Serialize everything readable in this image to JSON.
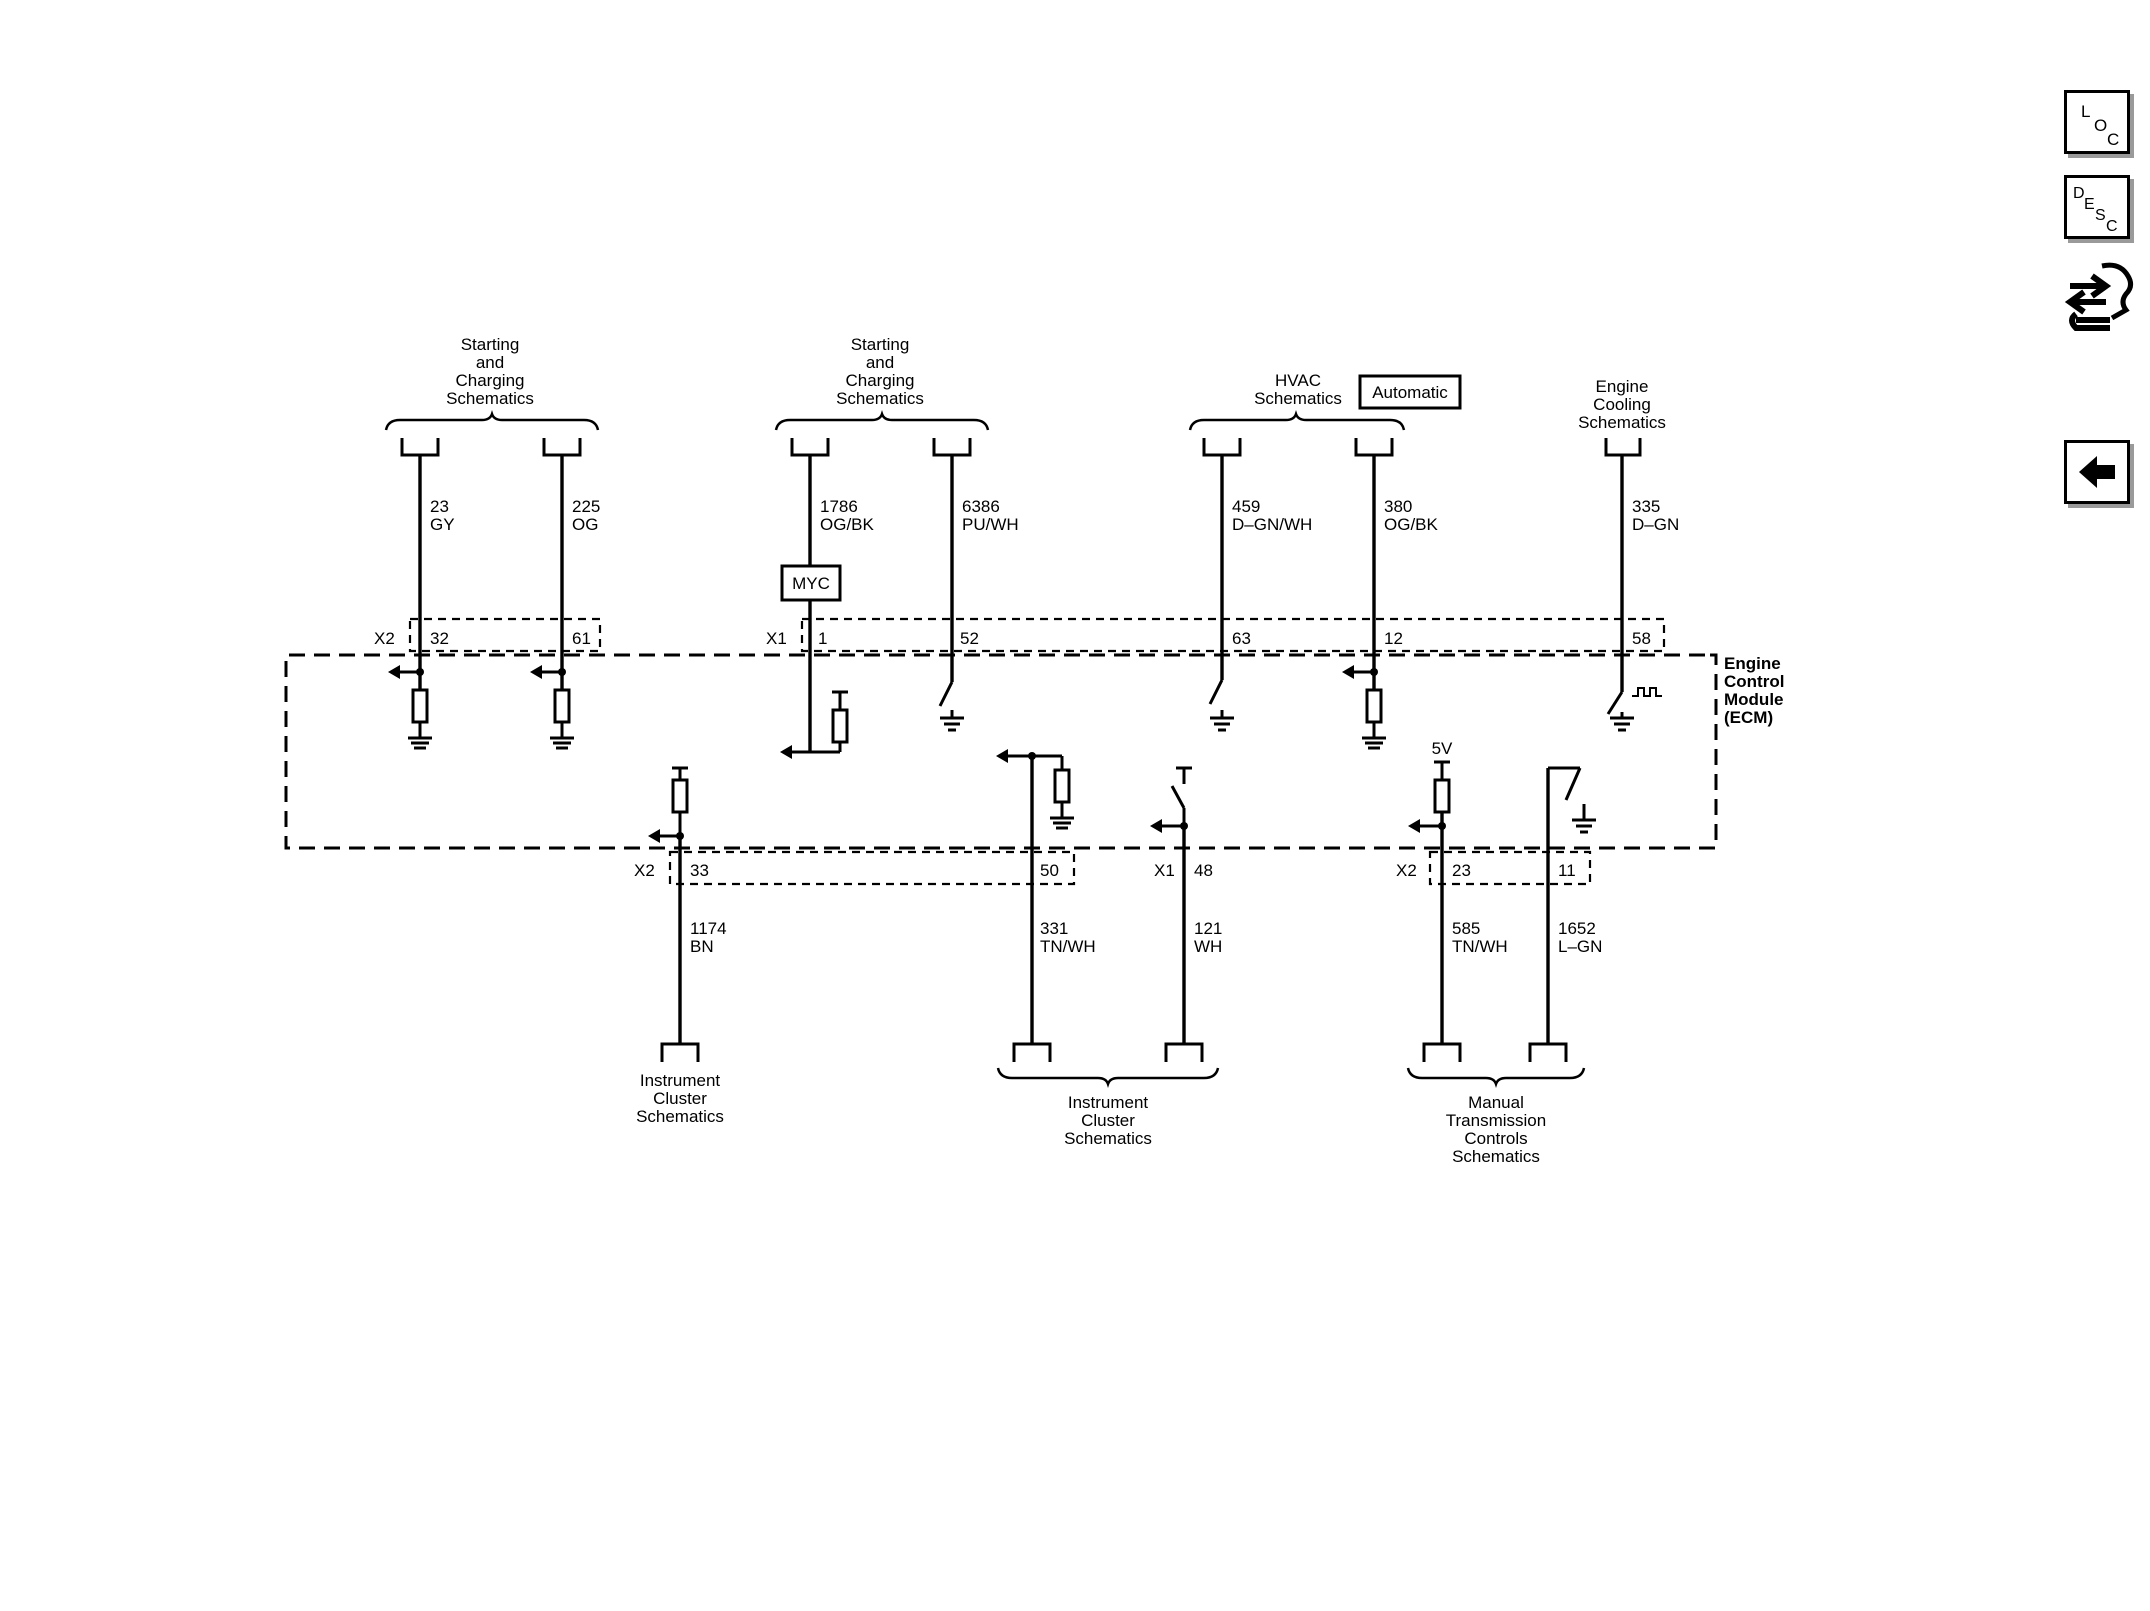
{
  "sidebar": {
    "loc": {
      "l1": "L",
      "l2": "O",
      "l3": "C"
    },
    "desc": {
      "l1": "D",
      "l2": "E",
      "l3": "S",
      "l4": "C"
    }
  },
  "ecm_label": [
    "Engine",
    "Control",
    "Module",
    "(ECM)"
  ],
  "top_groups": [
    {
      "label": [
        "Starting",
        "and",
        "Charging",
        "Schematics"
      ]
    },
    {
      "label": [
        "Starting",
        "and",
        "Charging",
        "Schematics"
      ]
    },
    {
      "label": [
        "HVAC",
        "Schematics"
      ],
      "badge": "Automatic"
    },
    {
      "label": [
        "Engine",
        "Cooling",
        "Schematics"
      ]
    }
  ],
  "bottom_groups": [
    {
      "label": [
        "Instrument",
        "Cluster",
        "Schematics"
      ]
    },
    {
      "label": [
        "Instrument",
        "Cluster",
        "Schematics"
      ]
    },
    {
      "label": [
        "Manual",
        "Transmission",
        "Controls",
        "Schematics"
      ]
    }
  ],
  "top_circuits": [
    {
      "circuit": "23",
      "color": "GY",
      "connector": "X2",
      "pin": "32"
    },
    {
      "circuit": "225",
      "color": "OG",
      "pin": "61"
    },
    {
      "circuit": "1786",
      "color": "OG/BK",
      "connector": "X1",
      "pin": "1",
      "box": "MYC"
    },
    {
      "circuit": "6386",
      "color": "PU/WH",
      "pin": "52"
    },
    {
      "circuit": "459",
      "color": "D–GN/WH",
      "pin": "63"
    },
    {
      "circuit": "380",
      "color": "OG/BK",
      "pin": "12"
    },
    {
      "circuit": "335",
      "color": "D–GN",
      "pin": "58"
    }
  ],
  "bottom_circuits": [
    {
      "circuit": "1174",
      "color": "BN",
      "connector": "X2",
      "pin": "33"
    },
    {
      "circuit": "331",
      "color": "TN/WH",
      "pin": "50"
    },
    {
      "circuit": "121",
      "color": "WH",
      "connector": "X1",
      "pin": "48"
    },
    {
      "circuit": "585",
      "color": "TN/WH",
      "connector": "X2",
      "pin": "23",
      "supply": "5V"
    },
    {
      "circuit": "1652",
      "color": "L–GN",
      "pin": "11"
    }
  ]
}
